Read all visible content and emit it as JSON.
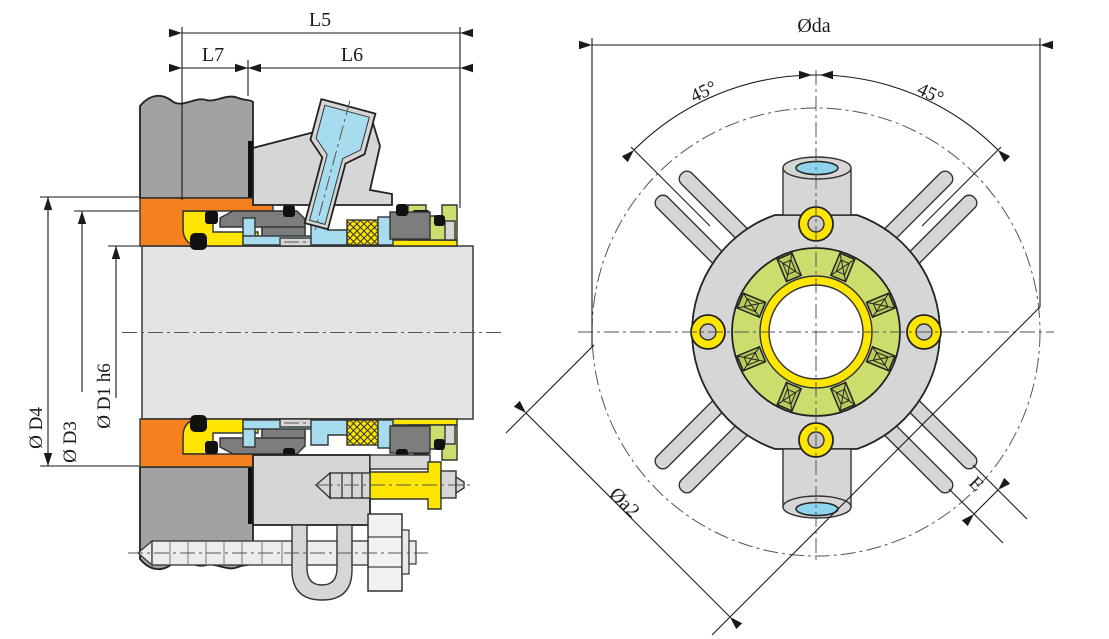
{
  "section_view": {
    "dimensions": {
      "l5": "L5",
      "l7": "L7",
      "l6": "L6",
      "d4": "Ø D4",
      "d3": "Ø D3",
      "d1": "Ø D1 h6"
    }
  },
  "end_view": {
    "dimensions": {
      "da": "Øda",
      "angle_left": "45°",
      "angle_right": "45°",
      "a2": "Øa2",
      "e": "E"
    }
  },
  "colors": {
    "gland_orange": "#f5811e",
    "sleeve_yellow": "#ffe600",
    "collar_green": "#ccdc6d",
    "elastomer_cyan": "#a6dcee",
    "housing_gray": "#a2a2a2",
    "part_light_gray": "#d6d6d6",
    "seal_face_dark_gray": "#7d7d7d",
    "line": "#1a1a1a"
  }
}
